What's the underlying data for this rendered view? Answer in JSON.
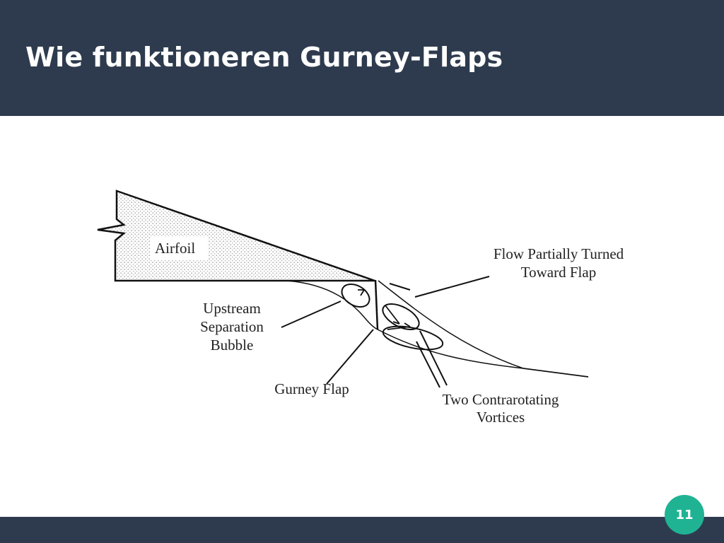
{
  "slide": {
    "title": "Wie funktioneren Gurney-Flaps",
    "page_number": "11",
    "colors": {
      "header_bg": "#2e3b4e",
      "badge_bg": "#1fb394",
      "title_text": "#ffffff"
    }
  },
  "diagram": {
    "labels": {
      "airfoil": "Airfoil",
      "flow_line1": "Flow Partially Turned",
      "flow_line2": "Toward Flap",
      "upstream_line1": "Upstream",
      "upstream_line2": "Separation",
      "upstream_line3": "Bubble",
      "gurney_flap": "Gurney Flap",
      "vortices_line1": "Two Contrarotating",
      "vortices_line2": "Vortices"
    }
  }
}
